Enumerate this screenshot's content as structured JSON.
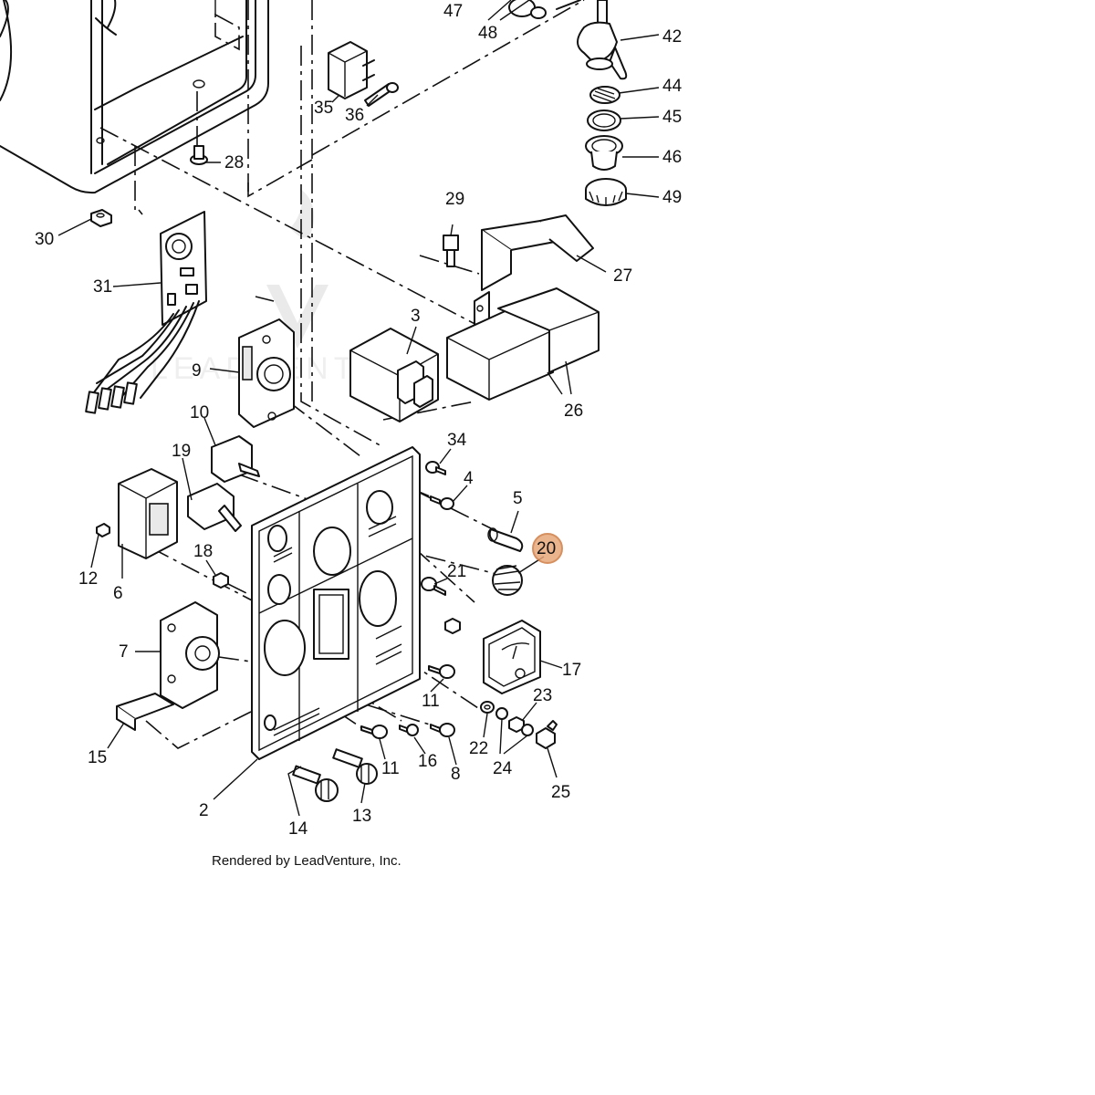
{
  "highlight": {
    "label": "20",
    "color": "#e7a77a"
  },
  "watermark": "LEADVENTURE",
  "footer": "Rendered by LeadVenture, Inc.",
  "callouts": {
    "c47": "47",
    "c48": "48",
    "c42": "42",
    "c44": "44",
    "c45": "45",
    "c46": "46",
    "c49": "49",
    "c35": "35",
    "c36": "36",
    "c28": "28",
    "c30": "30",
    "c31": "31",
    "c29": "29",
    "c27": "27",
    "c3": "3",
    "c26": "26",
    "c9": "9",
    "c10": "10",
    "c19": "19",
    "c34": "34",
    "c4": "4",
    "c5": "5",
    "c20": "20",
    "c12": "12",
    "c6": "6",
    "c18": "18",
    "c21": "21",
    "c7": "7",
    "c17": "17",
    "c11a": "11",
    "c23": "23",
    "c22": "22",
    "c24": "24",
    "c25": "25",
    "c15": "15",
    "c16": "16",
    "c8": "8",
    "c11b": "11",
    "c2": "2",
    "c14": "14",
    "c13": "13"
  }
}
